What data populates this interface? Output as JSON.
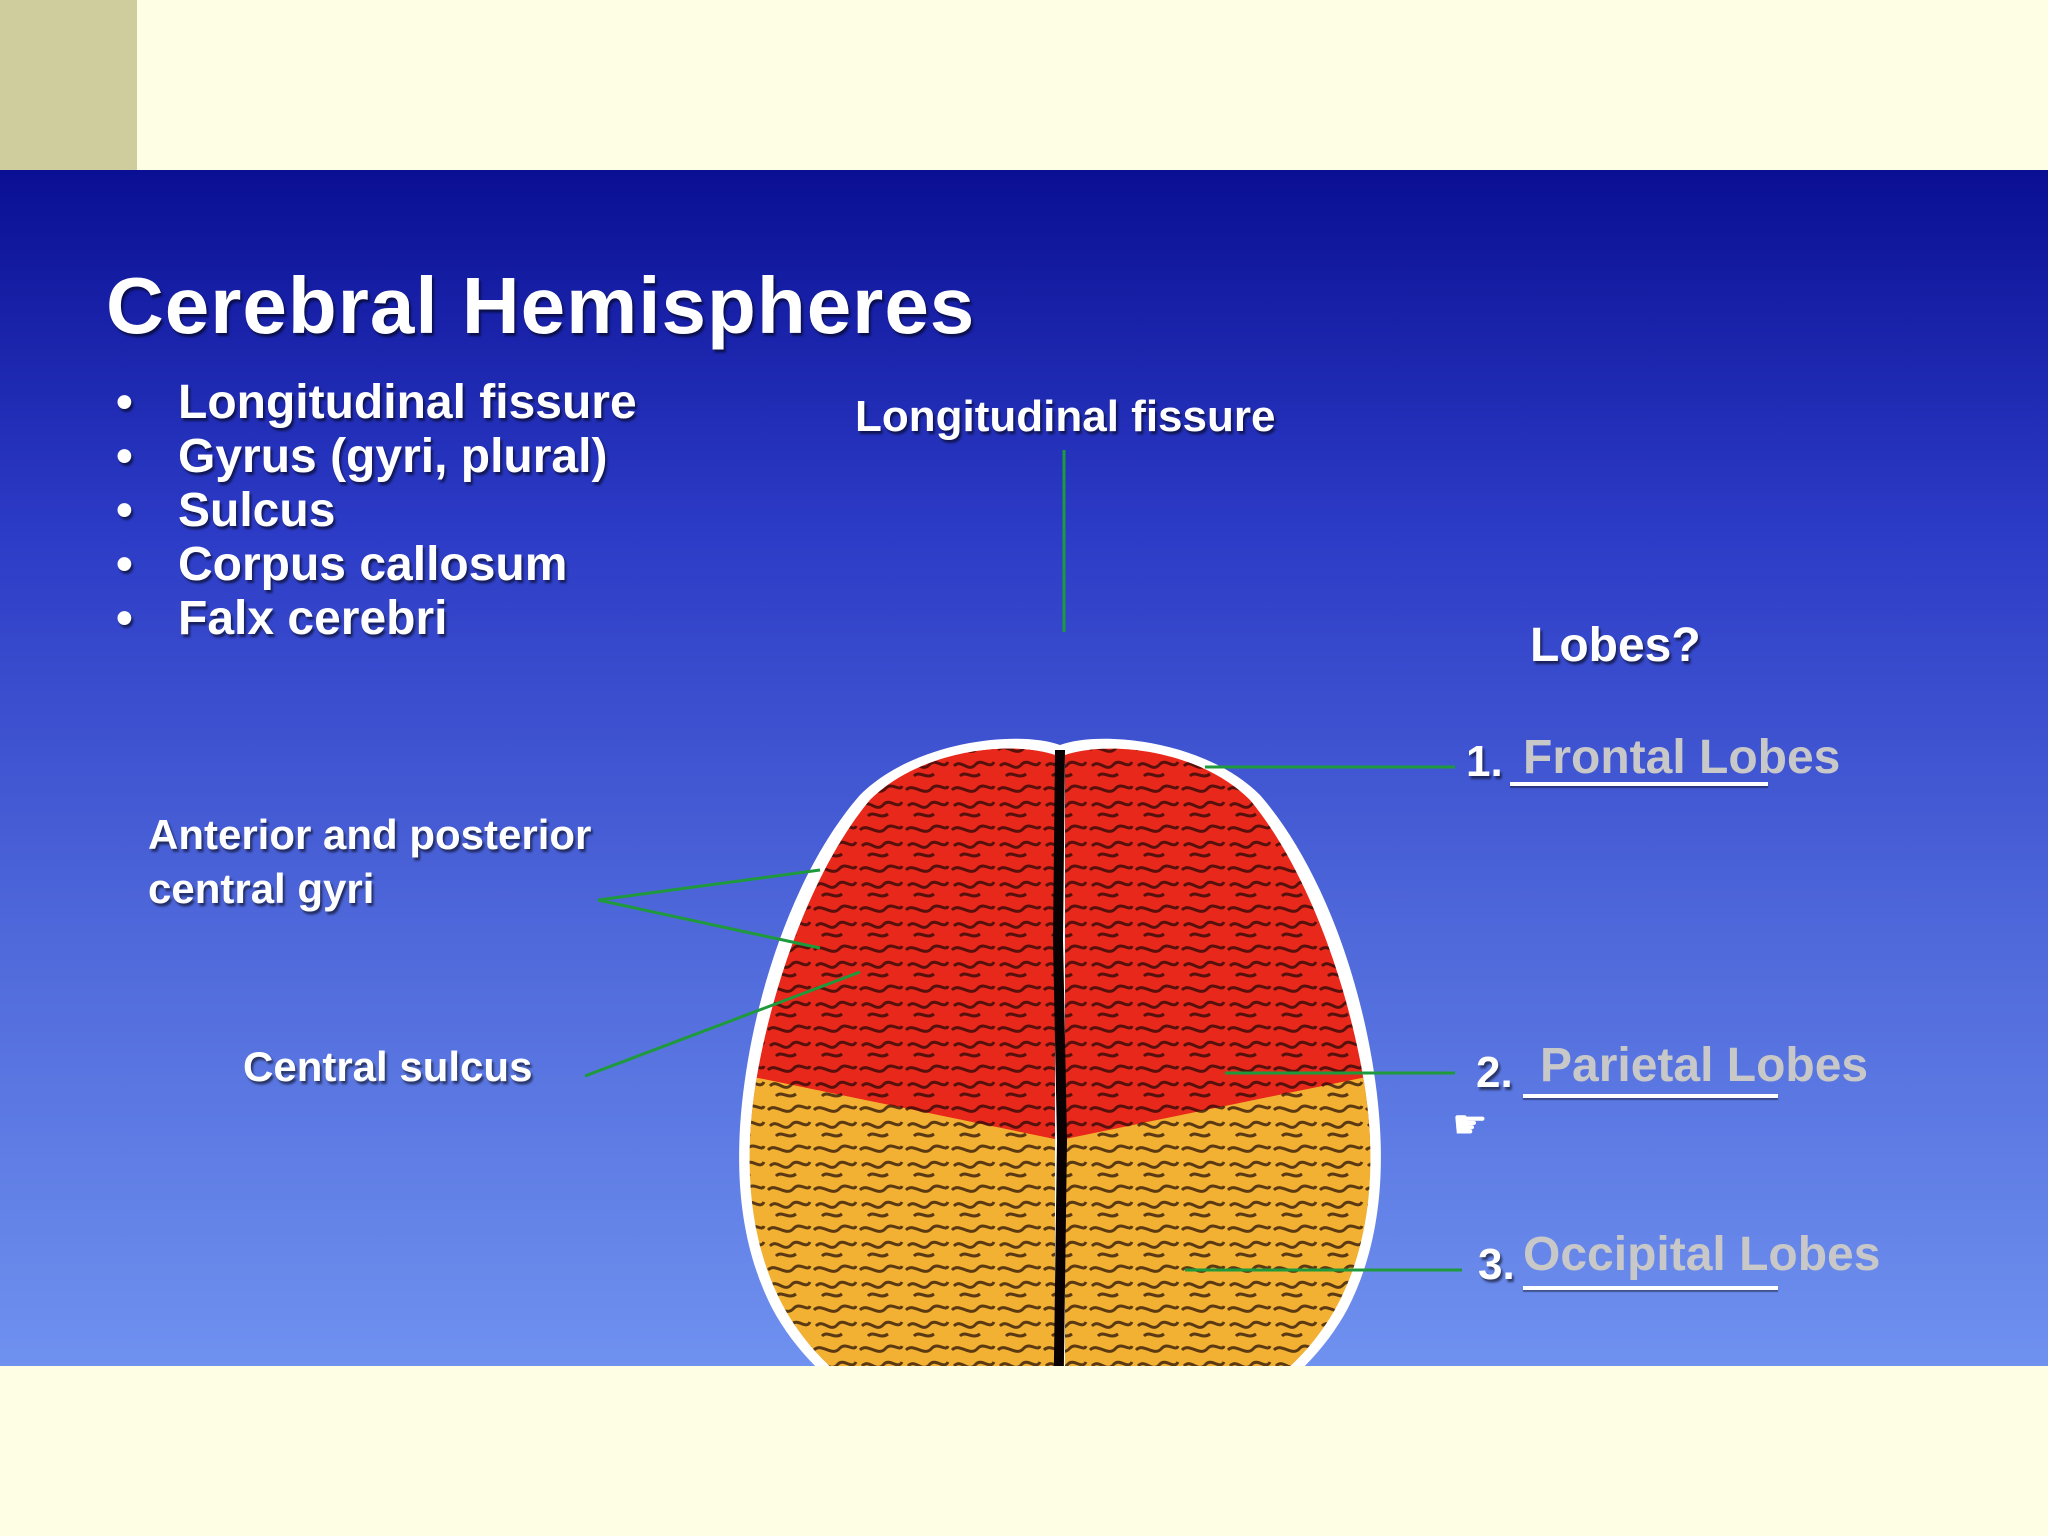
{
  "title": "Cerebral Hemispheres",
  "bullets": [
    "Longitudinal fissure",
    "Gyrus (gyri, plural)",
    "Sulcus",
    "Corpus callosum",
    "Falx cerebri"
  ],
  "labels": {
    "longitudinal_fissure": "Longitudinal fissure",
    "lobes_question": "Lobes?",
    "gyri_line1": "Anterior and posterior",
    "gyri_line2": "central gyri",
    "central_sulcus": "Central sulcus"
  },
  "lobes": [
    {
      "number": "1.",
      "answer": "Frontal Lobes"
    },
    {
      "number": "2.",
      "answer": "Parietal Lobes"
    },
    {
      "number": "3.",
      "answer": "Occipital Lobes"
    }
  ],
  "colors": {
    "background": "#fefee4",
    "corner": "#cfcd9e",
    "slide_top": "#0a0f93",
    "slide_bottom": "#6f91ef",
    "frontal": "#e8281a",
    "parietal": "#f2b132",
    "occipital": "#14237a",
    "leader_line": "#1e9a3c",
    "answer_text": "#c8c8c8"
  },
  "icons": {
    "cursor": "pointing-hand-icon"
  }
}
